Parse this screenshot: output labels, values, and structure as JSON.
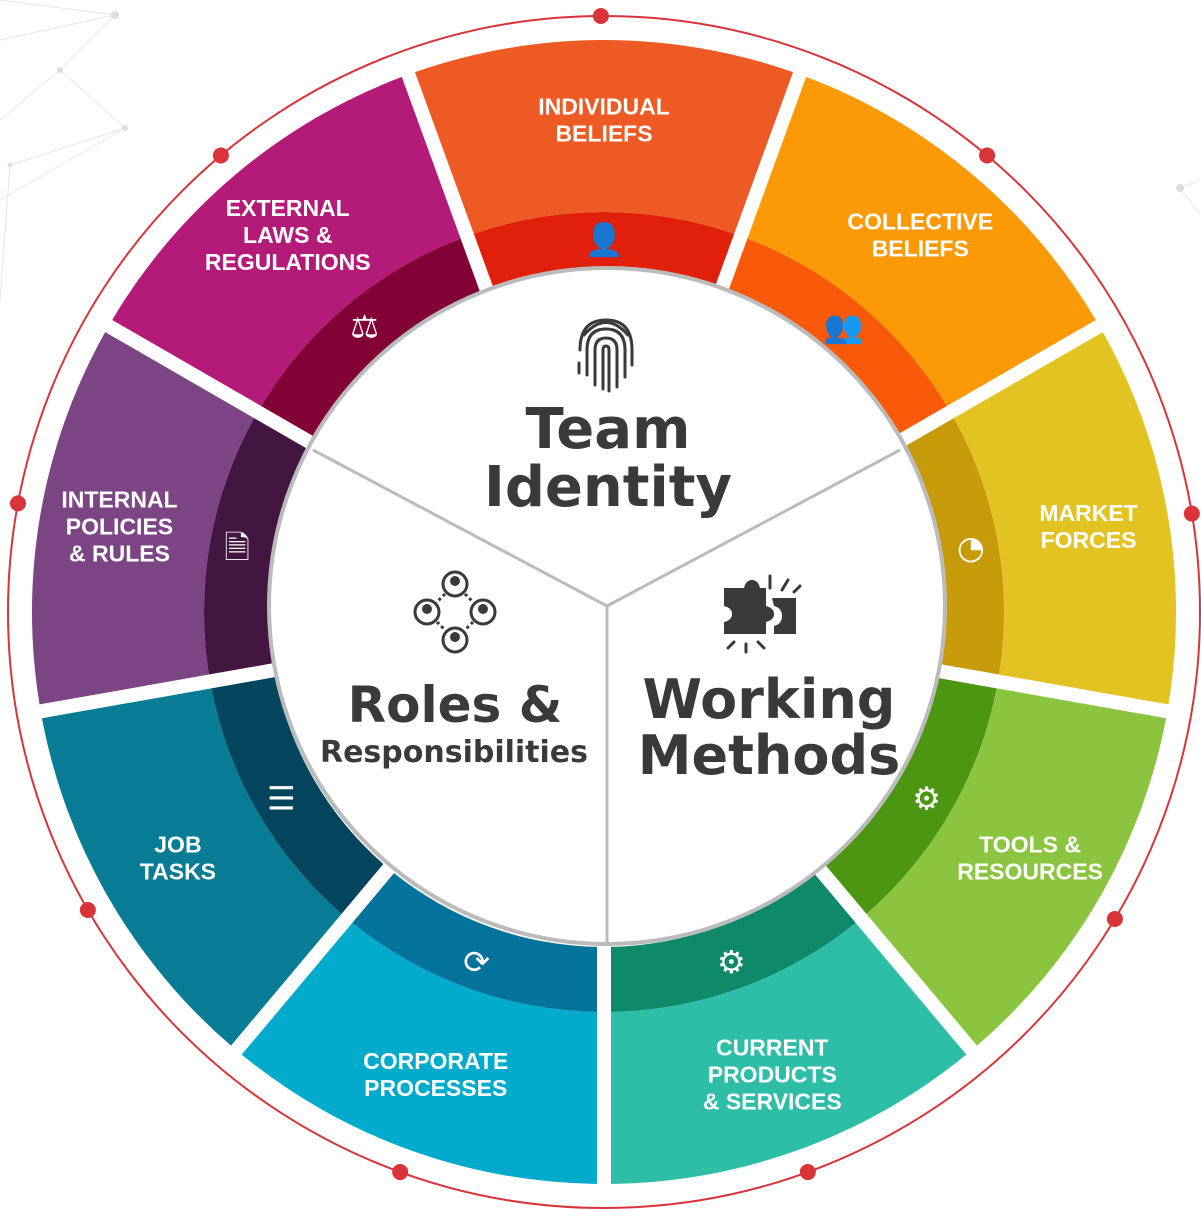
{
  "center": {
    "team_identity": {
      "lines": [
        "Team",
        "Identity"
      ],
      "icon": "fingerprint-icon"
    },
    "roles": {
      "title": "Roles &",
      "subtitle": "Responsibilities",
      "icon": "network-people-icon"
    },
    "working": {
      "lines": [
        "Working",
        "Methods"
      ],
      "icon": "puzzle-icon"
    }
  },
  "segments": [
    {
      "id": "individual-beliefs",
      "lines": [
        "INDIVIDUAL",
        "BELIEFS"
      ],
      "icon": "person-icon",
      "outer": "#EE5A24",
      "inner": "#E0200B"
    },
    {
      "id": "collective-beliefs",
      "lines": [
        "COLLECTIVE",
        "BELIEFS"
      ],
      "icon": "group-icon",
      "outer": "#FB9A06",
      "inner": "#F85A0A"
    },
    {
      "id": "market-forces",
      "lines": [
        "MARKET",
        "FORCES"
      ],
      "icon": "pie-chart-icon",
      "outer": "#E2C322",
      "inner": "#C79A0A"
    },
    {
      "id": "tools-resources",
      "lines": [
        "TOOLS &",
        "RESOURCES"
      ],
      "icon": "gear-icon",
      "outer": "#8BC53F",
      "inner": "#4C9612"
    },
    {
      "id": "current-products",
      "lines": [
        "CURRENT",
        "PRODUCTS",
        "& SERVICES"
      ],
      "icon": "hand-gear-icon",
      "outer": "#2EBDA7",
      "inner": "#0E8A6B"
    },
    {
      "id": "corporate-processes",
      "lines": [
        "CORPORATE",
        "PROCESSES"
      ],
      "icon": "process-cycle-icon",
      "outer": "#02ABCB",
      "inner": "#04739B"
    },
    {
      "id": "job-tasks",
      "lines": [
        "JOB",
        "TASKS"
      ],
      "icon": "task-list-icon",
      "outer": "#087C94",
      "inner": "#04455D"
    },
    {
      "id": "internal-policies",
      "lines": [
        "INTERNAL",
        "POLICIES",
        "& RULES"
      ],
      "icon": "policy-document-icon",
      "outer": "#7C4583",
      "inner": "#431641"
    },
    {
      "id": "external-laws",
      "lines": [
        "EXTERNAL",
        "LAWS &",
        "REGULATIONS"
      ],
      "icon": "scales-icon",
      "outer": "#B41B79",
      "inner": "#820236"
    }
  ],
  "colors": {
    "ring": "#D9343A",
    "core_text": "#3a3a3a",
    "core_bg": "#ffffff",
    "core_border": "#bbbbbb"
  }
}
